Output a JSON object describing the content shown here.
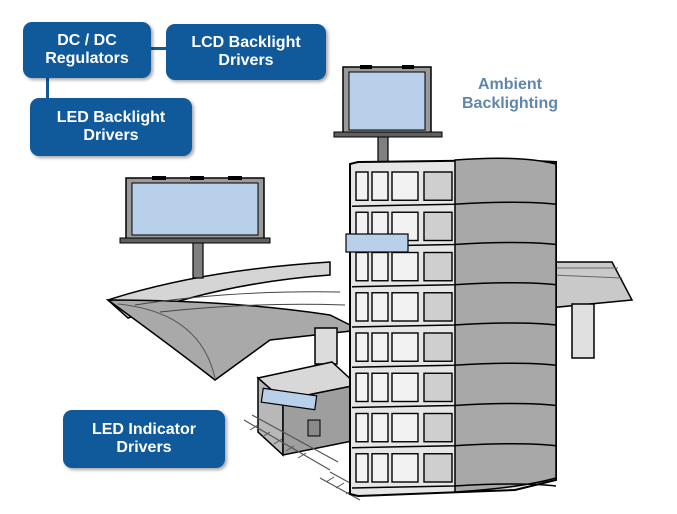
{
  "boxes": {
    "dc_dc": {
      "line1": "DC / DC",
      "line2": "Regulators"
    },
    "lcd": {
      "line1": "LCD Backlight",
      "line2": "Drivers"
    },
    "led_backlight": {
      "line1": "LED Backlight",
      "line2": "Drivers"
    },
    "led_indicator": {
      "line1": "LED Indicator",
      "line2": "Drivers"
    }
  },
  "label": {
    "line1": "Ambient",
    "line2": "Backlighting"
  },
  "colors": {
    "box_fill": "#105a9c",
    "label_text": "#5f86ab",
    "panel_glow": "#b8d0ea",
    "outline": "#000000"
  },
  "building": {
    "floors": 8,
    "columns_per_floor": 4
  }
}
